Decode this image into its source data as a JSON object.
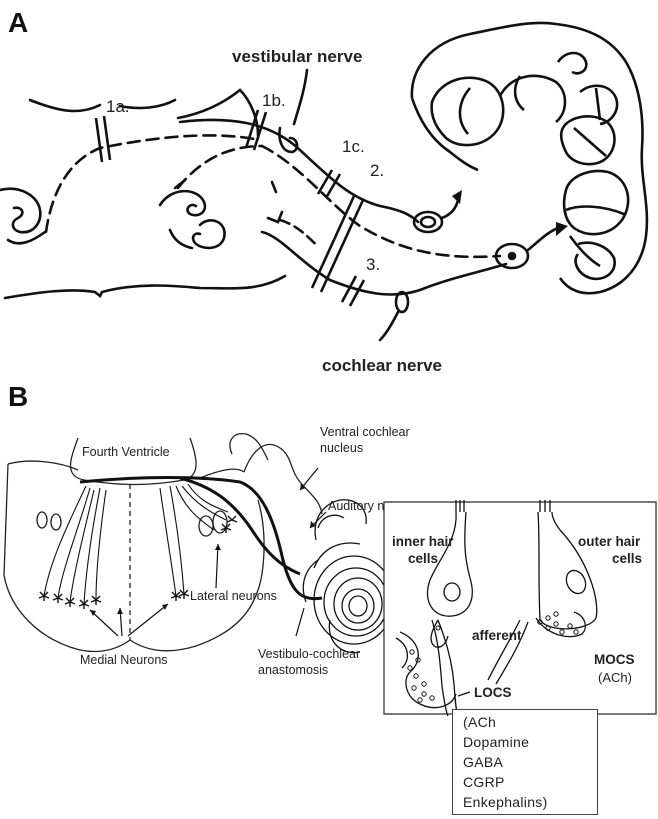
{
  "panel_a": {
    "letter": "A",
    "labels": {
      "vestibular_nerve": "vestibular nerve",
      "cochlear_nerve": "cochlear nerve",
      "marker_1a": "1a.",
      "marker_1b": "1b.",
      "marker_1c": "1c.",
      "marker_2": "2.",
      "marker_3": "3."
    }
  },
  "panel_b": {
    "letter": "B",
    "labels": {
      "fourth_ventricle": "Fourth Ventricle",
      "ventral_cochlear_line1": "Ventral cochlear",
      "ventral_cochlear_line2": "nucleus",
      "auditory_nerve": "Auditory nerve",
      "lateral_neurons": "Lateral neurons",
      "medial_neurons": "Medial Neurons",
      "vestibulo_line1": "Vestibulo-cochlear",
      "vestibulo_line2": "anastomosis"
    },
    "inset": {
      "inner_hair_line1": "inner hair",
      "inner_hair_line2": "cells",
      "outer_hair_line1": "outer hair",
      "outer_hair_line2": "cells",
      "afferent": "afferent",
      "mocs": "MOCS",
      "mocs_transmitter": "(ACh)",
      "locs": "LOCS",
      "locs_transmitters": [
        "(ACh",
        "Dopamine",
        "GABA",
        "CGRP",
        "Enkephalins)"
      ]
    }
  }
}
